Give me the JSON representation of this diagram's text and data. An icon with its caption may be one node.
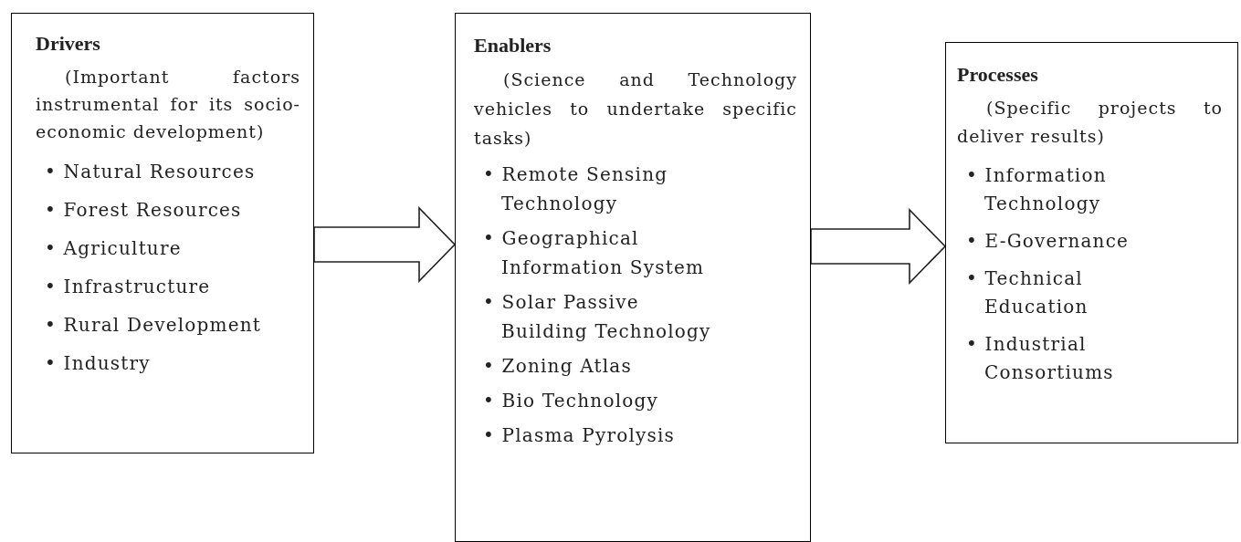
{
  "diagram": {
    "nodes": [
      {
        "text": [
          "Drivers",
          "(Important factors instrumental for its socio-economic development)",
          "• Natural Resources",
          "• Forest Resources",
          "• Agriculture",
          "• Infrastructure",
          "• Rural Development",
          "• Industry"
        ]
      },
      {
        "text": [
          "Enablers",
          "(Science and Technology vehicles to undertake specific tasks)",
          "• Remote Sensing Technology",
          "• Geographical Information System",
          "• Solar Passive Building Technology",
          "• Zoning Atlas",
          "• Bio Technology",
          "• Plasma Pyrolysis"
        ]
      },
      {
        "text": [
          "Processes",
          "(Specific projects to deliver results)",
          "• Information Technology",
          "• E-Governance",
          "• Technical Education",
          "• Industrial Consortiums"
        ]
      }
    ],
    "edges": [
      {
        "from": 0,
        "to": 1,
        "arrow": "to"
      },
      {
        "from": 1,
        "to": 2,
        "arrow": "to"
      }
    ]
  }
}
